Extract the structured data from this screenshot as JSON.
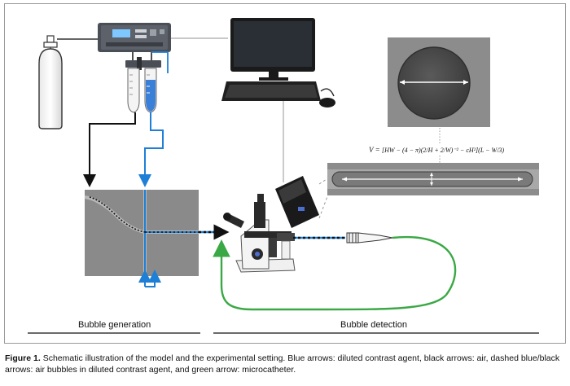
{
  "sections": {
    "generation_label": "Bubble generation",
    "detection_label": "Bubble detection"
  },
  "formula": {
    "lhs": "V =",
    "rhs": "[HW − (4 − π)(2/H + 2/W)⁻² − cH²](L − W/3)"
  },
  "caption": {
    "prefix": "Figure 1.",
    "text": "Schematic illustration of the model and the experimental setting. Blue arrows: diluted contrast agent, black arrows: air, dashed blue/black arrows: air bubbles in diluted contrast agent, and green arrow: microcatheter."
  },
  "colors": {
    "blue": "#1e7fd6",
    "black": "#111111",
    "green": "#3aa845",
    "gray_line": "#b5b5b5",
    "chip": "#8a8a8a",
    "micro_image": "#8c8c8c"
  },
  "icons": {
    "gas_cylinder": "gas-cylinder-icon",
    "pressure_controller": "pressure-controller-icon",
    "tubes": "reservoir-tubes-icon",
    "monitor": "monitor-icon",
    "keyboard": "keyboard-icon",
    "mouse": "mouse-icon",
    "microscope": "microscope-icon",
    "camera": "camera-icon",
    "catheter": "microcatheter-icon"
  }
}
